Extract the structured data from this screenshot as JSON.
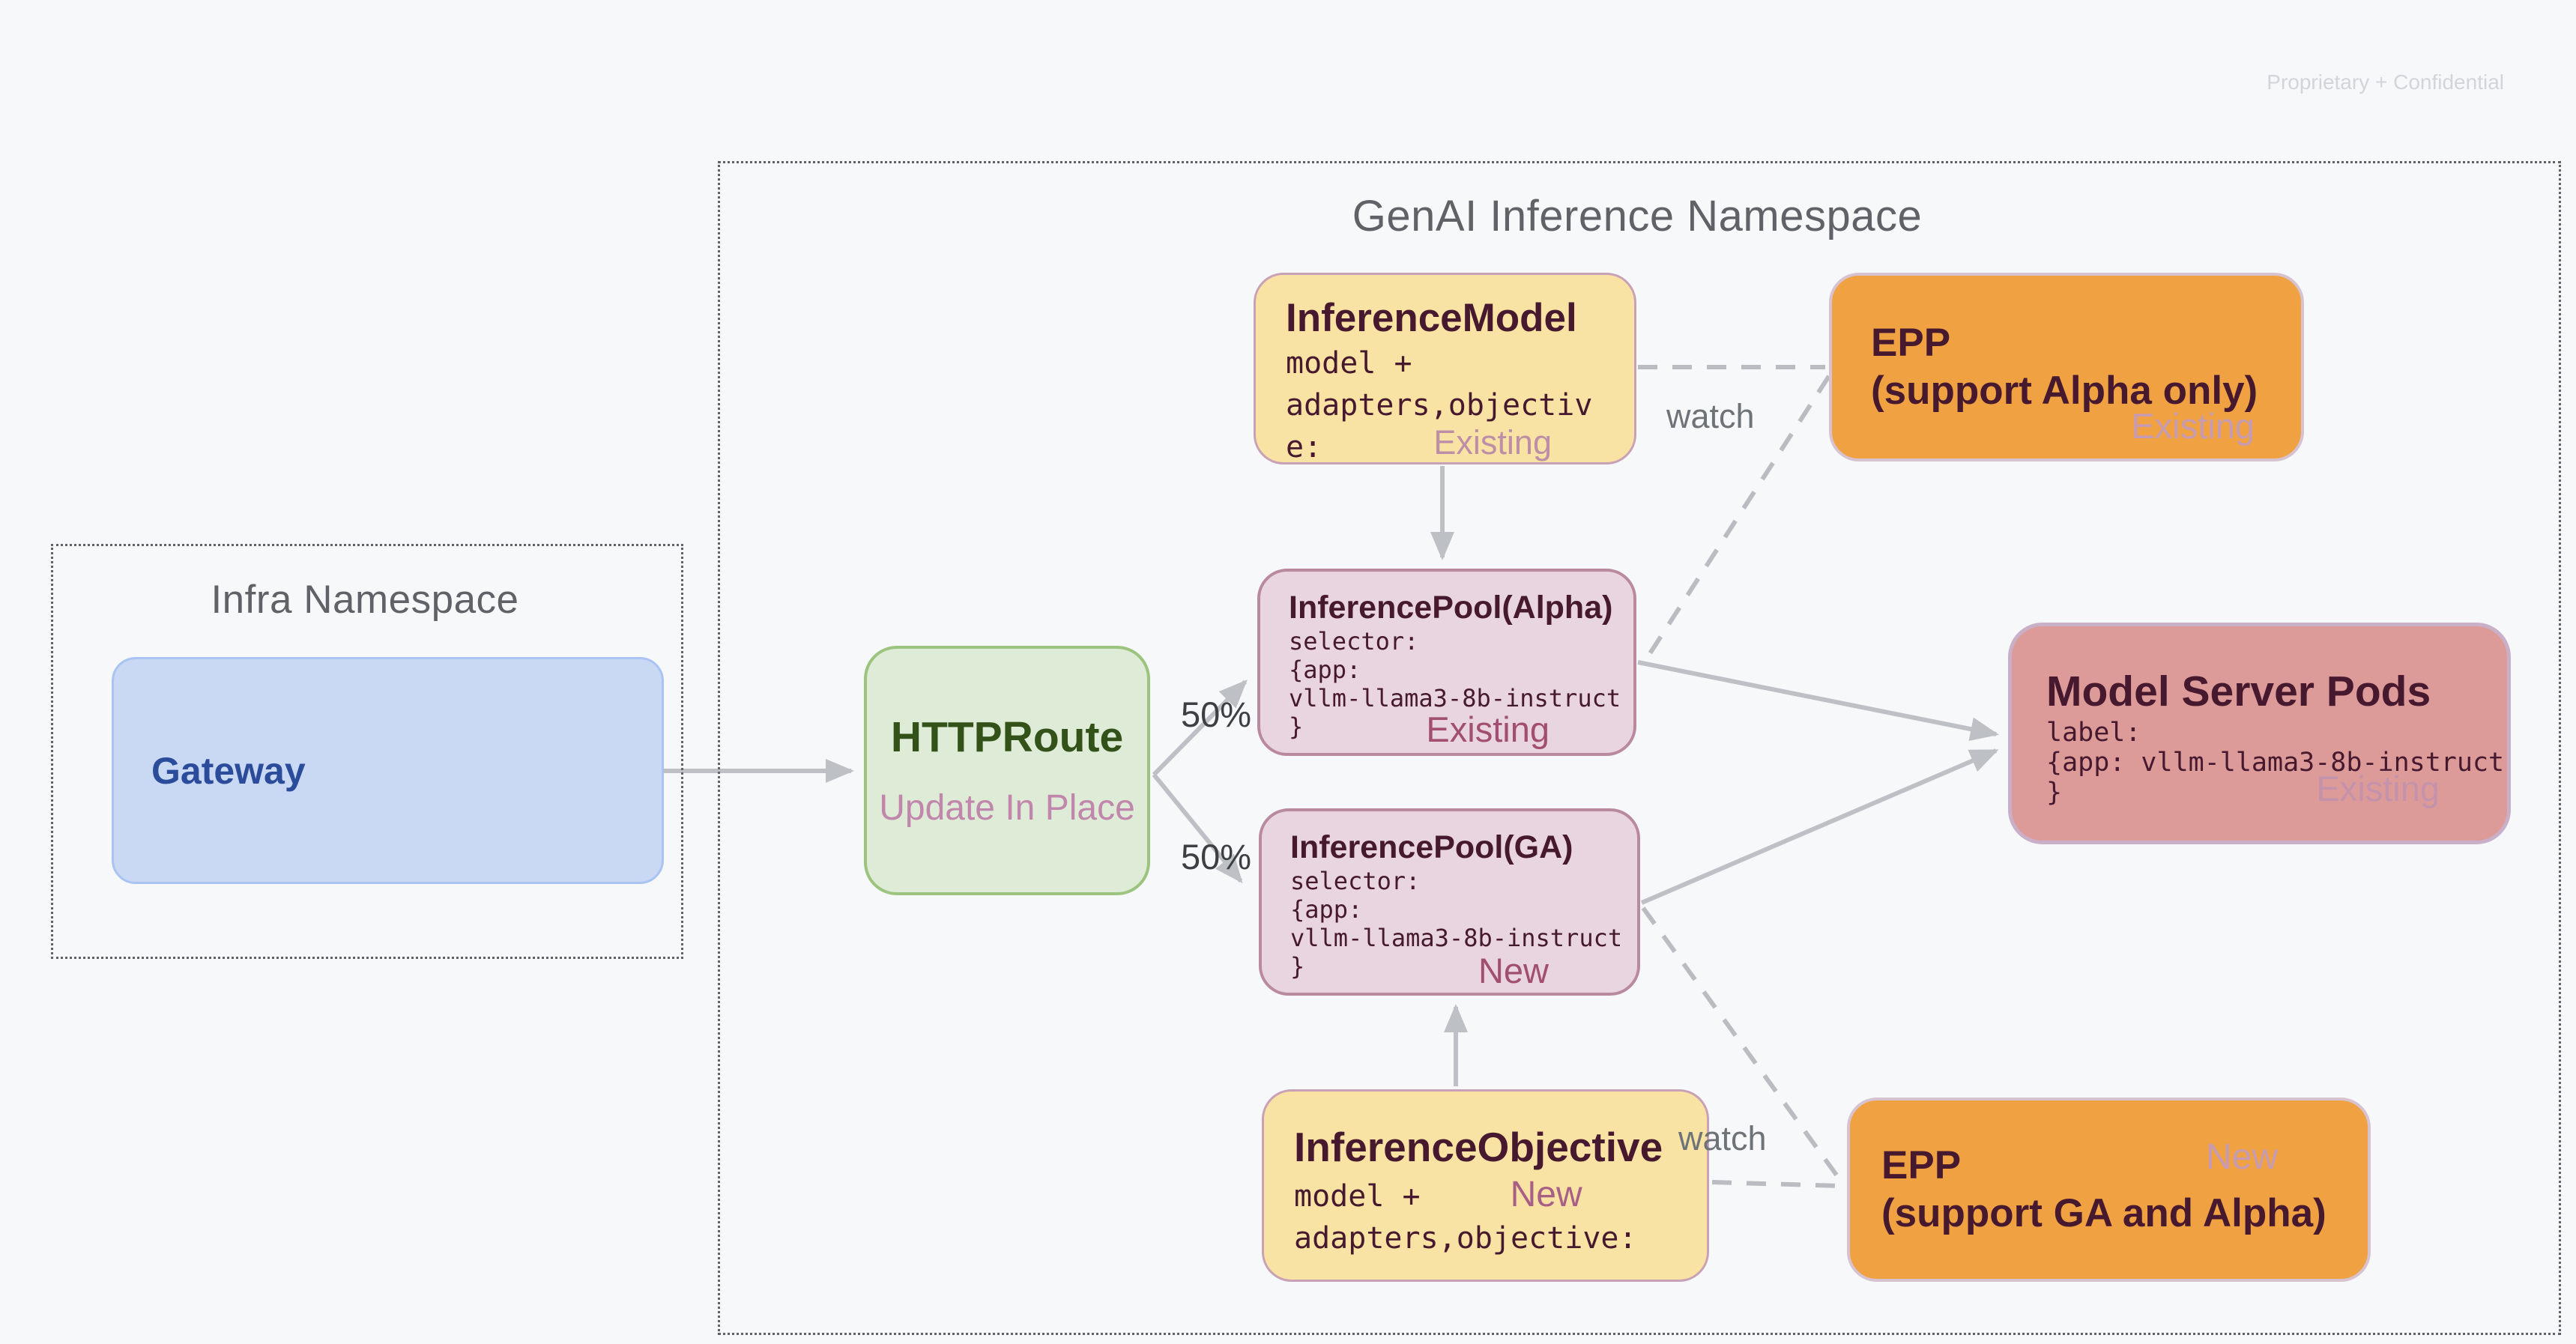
{
  "page": {
    "confidential": "Proprietary + Confidential"
  },
  "infra_namespace": {
    "title": "Infra Namespace",
    "gateway": {
      "title": "Gateway"
    }
  },
  "genai_namespace": {
    "title": "GenAI Inference Namespace"
  },
  "nodes": {
    "httproute": {
      "title": "HTTPRoute",
      "subtitle": "Update In Place"
    },
    "inference_model": {
      "title": "InferenceModel",
      "code": [
        "model +",
        "adapters,objectiv",
        "e:"
      ],
      "tag": "Existing"
    },
    "epp_alpha": {
      "title_line1": "EPP",
      "title_line2": "(support Alpha only)",
      "tag": "Existing"
    },
    "pool_alpha": {
      "title": "InferencePool(Alpha)",
      "code": [
        "selector:",
        "{app:",
        "vllm-llama3-8b-instruct",
        "}"
      ],
      "tag": "Existing"
    },
    "pool_ga": {
      "title": "InferencePool(GA)",
      "code": [
        "selector:",
        "{app:",
        "vllm-llama3-8b-instruct",
        "}"
      ],
      "tag": "New"
    },
    "model_server_pods": {
      "title": "Model Server Pods",
      "code": [
        "label:",
        "{app: vllm-llama3-8b-instruct",
        "}"
      ],
      "tag": "Existing"
    },
    "inference_objective": {
      "title": "InferenceObjective",
      "code_line1": "model +",
      "tag": "New",
      "code_line2": "adapters,objective:"
    },
    "epp_ga": {
      "title_line1": "EPP",
      "title_line2": "(support GA and Alpha)",
      "tag": "New"
    }
  },
  "labels": {
    "watch_top": "watch",
    "watch_bottom": "watch",
    "split_top": "50%",
    "split_bottom": "50%"
  },
  "colors": {
    "background": "#f7f8fa",
    "arrow_gray": "#bdc1c6",
    "yellow_fill": "#f9e3a4",
    "orange_fill": "#f0a242",
    "pool_fill": "#e9d5df",
    "pods_fill": "#dc9b99",
    "green_fill": "#deebd6",
    "green_border": "#9cc47e",
    "blue_fill": "#c9d8f3",
    "maroon_text": "#47192f",
    "green_text": "#33521a",
    "blue_text": "#2b4c9b",
    "tag_dark": "#a14e71",
    "tag_light": "#bc8fa6"
  }
}
